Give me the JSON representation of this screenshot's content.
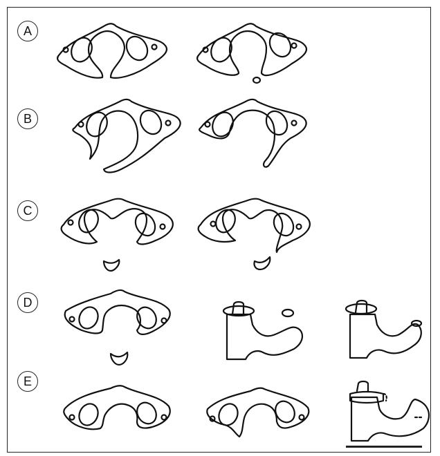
{
  "figure": {
    "rows": [
      {
        "id": "row-a",
        "label": "A"
      },
      {
        "id": "row-b",
        "label": "B"
      },
      {
        "id": "row-c",
        "label": "C"
      },
      {
        "id": "row-d",
        "label": "D"
      },
      {
        "id": "row-e",
        "label": "E"
      }
    ]
  }
}
